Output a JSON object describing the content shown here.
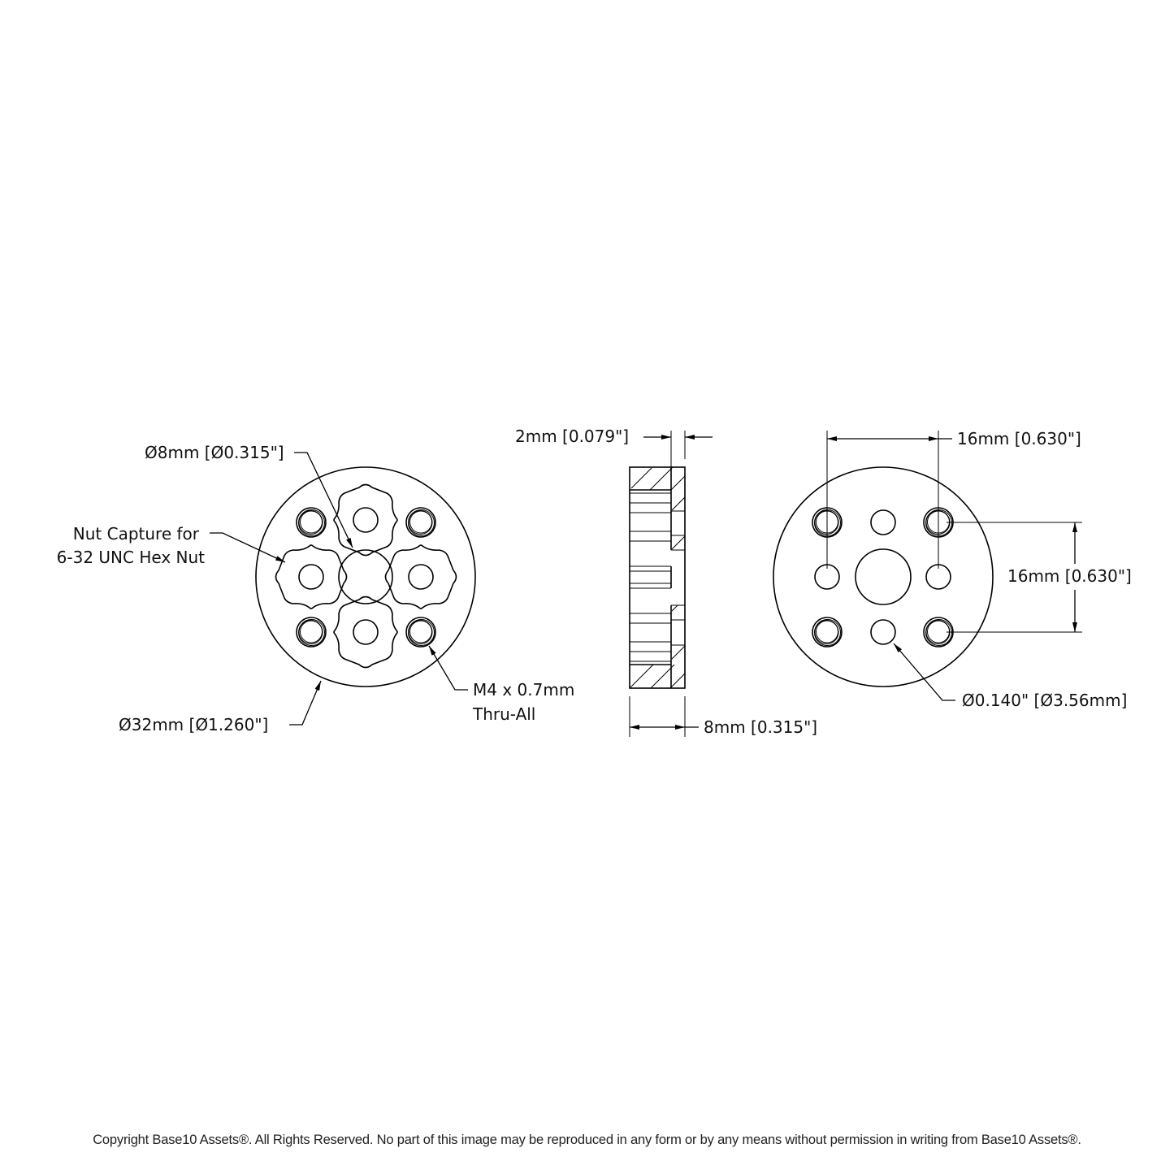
{
  "views": {
    "front": {
      "labels": {
        "bore": "Ø8mm [Ø0.315\"]",
        "nut_capture_line1": "Nut Capture for",
        "nut_capture_line2": "6-32 UNC Hex Nut",
        "outer_diameter": "Ø32mm [Ø1.260\"]",
        "tapped_line1": "M4 x 0.7mm",
        "tapped_line2": "Thru-All"
      }
    },
    "side": {
      "labels": {
        "counterbore_depth": "2mm [0.079\"]",
        "thickness": "8mm [0.315\"]"
      }
    },
    "back": {
      "labels": {
        "horizontal_spacing": "16mm [0.630\"]",
        "vertical_spacing": "16mm [0.630\"]",
        "small_hole": "Ø0.140\" [Ø3.56mm]"
      }
    }
  },
  "footer": {
    "copyright": "Copyright Base10 Assets®.  All Rights Reserved. No part of this image may be reproduced in any form or by any means without permission in writing from Base10 Assets®."
  }
}
